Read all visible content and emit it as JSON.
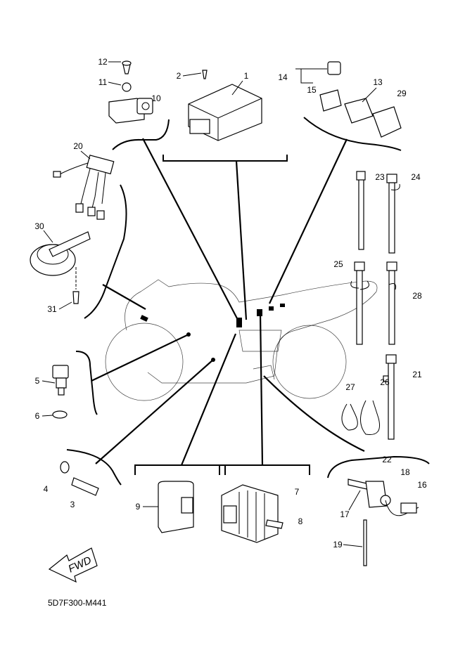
{
  "diagram_code": "5D7F300-M441",
  "direction_label": "FWD",
  "callouts": {
    "c1": "1",
    "c2": "2",
    "c3": "3",
    "c4": "4",
    "c5": "5",
    "c6": "6",
    "c7": "7",
    "c8": "8",
    "c9": "9",
    "c10": "10",
    "c11": "11",
    "c12": "12",
    "c13": "13",
    "c14": "14",
    "c15": "15",
    "c16": "16",
    "c17": "17",
    "c18": "18",
    "c19": "19",
    "c20": "20",
    "c21": "21",
    "c22": "22",
    "c23": "23",
    "c24": "24",
    "c25": "25",
    "c26": "26",
    "c27": "27",
    "c28": "28",
    "c29": "29",
    "c30": "30",
    "c31": "31"
  }
}
